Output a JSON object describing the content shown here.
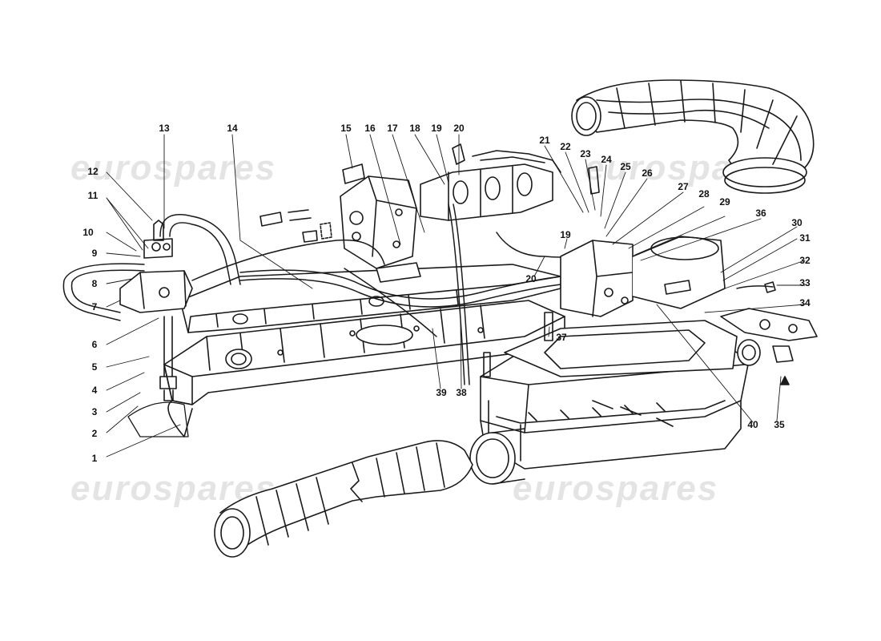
{
  "watermark": {
    "text": "eurospares"
  },
  "callouts": [
    {
      "id": "1",
      "label": "1"
    },
    {
      "id": "2",
      "label": "2"
    },
    {
      "id": "3",
      "label": "3"
    },
    {
      "id": "4",
      "label": "4"
    },
    {
      "id": "5",
      "label": "5"
    },
    {
      "id": "6",
      "label": "6"
    },
    {
      "id": "7",
      "label": "7"
    },
    {
      "id": "8",
      "label": "8"
    },
    {
      "id": "9",
      "label": "9"
    },
    {
      "id": "10",
      "label": "10"
    },
    {
      "id": "11",
      "label": "11"
    },
    {
      "id": "12",
      "label": "12"
    },
    {
      "id": "13",
      "label": "13"
    },
    {
      "id": "14",
      "label": "14"
    },
    {
      "id": "15",
      "label": "15"
    },
    {
      "id": "16",
      "label": "16"
    },
    {
      "id": "17",
      "label": "17"
    },
    {
      "id": "18",
      "label": "18"
    },
    {
      "id": "19a",
      "label": "19"
    },
    {
      "id": "20a",
      "label": "20"
    },
    {
      "id": "21",
      "label": "21"
    },
    {
      "id": "22",
      "label": "22"
    },
    {
      "id": "23",
      "label": "23"
    },
    {
      "id": "24",
      "label": "24"
    },
    {
      "id": "25",
      "label": "25"
    },
    {
      "id": "26",
      "label": "26"
    },
    {
      "id": "27",
      "label": "27"
    },
    {
      "id": "28",
      "label": "28"
    },
    {
      "id": "29",
      "label": "29"
    },
    {
      "id": "36",
      "label": "36"
    },
    {
      "id": "30",
      "label": "30"
    },
    {
      "id": "31",
      "label": "31"
    },
    {
      "id": "32",
      "label": "32"
    },
    {
      "id": "33",
      "label": "33"
    },
    {
      "id": "34",
      "label": "34"
    },
    {
      "id": "19b",
      "label": "19"
    },
    {
      "id": "20b",
      "label": "20"
    },
    {
      "id": "37",
      "label": "37"
    },
    {
      "id": "39",
      "label": "39"
    },
    {
      "id": "38",
      "label": "38"
    },
    {
      "id": "40",
      "label": "40"
    },
    {
      "id": "35",
      "label": "35"
    }
  ]
}
